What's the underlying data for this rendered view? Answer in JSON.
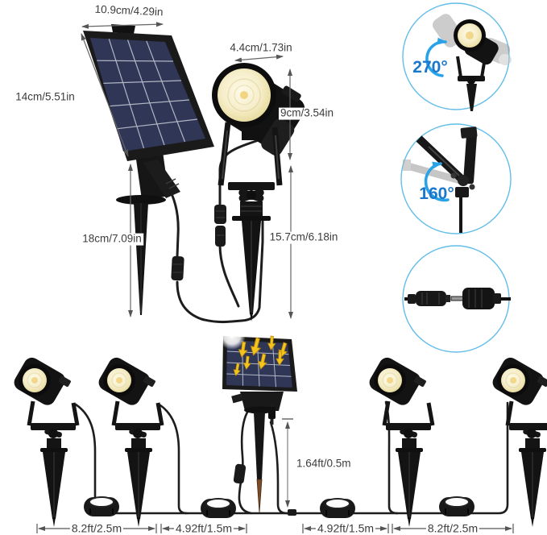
{
  "diagram": {
    "solar_panel": {
      "width_label": "10.9cm/4.29in",
      "height_label": "14cm/5.51in",
      "stake_label": "18cm/7.09in"
    },
    "spotlight": {
      "head_width_label": "4.4cm/1.73in",
      "head_height_label": "9cm/3.54in",
      "stake_label": "15.7cm/6.18in"
    },
    "features": [
      {
        "name": "horizontal-rotation",
        "label": "270°"
      },
      {
        "name": "vertical-tilt",
        "label": "160°"
      },
      {
        "name": "dc-plug-connection",
        "label": ""
      }
    ],
    "installation": {
      "panel_mount_height_label": "1.64ft/0.5m",
      "cable_spans": [
        "8.2ft/2.5m",
        "4.92ft/1.5m",
        "4.92ft/1.5m",
        "8.2ft/2.5m"
      ]
    }
  },
  "colors": {
    "degree_text_blue": "#1a78cc",
    "arrow_arc_blue": "#29a3e8",
    "feature_circle_blue": "#62bde9",
    "solar_cell_navy": "#2f3656",
    "lens_cream": "#f6eecb",
    "sun_arrow_yellow": "#f3c41c",
    "dimension_text_gray": "#3c3c3c",
    "cable_black": "#1d1d1d",
    "stake_tip_brown": "#7b4a26"
  }
}
